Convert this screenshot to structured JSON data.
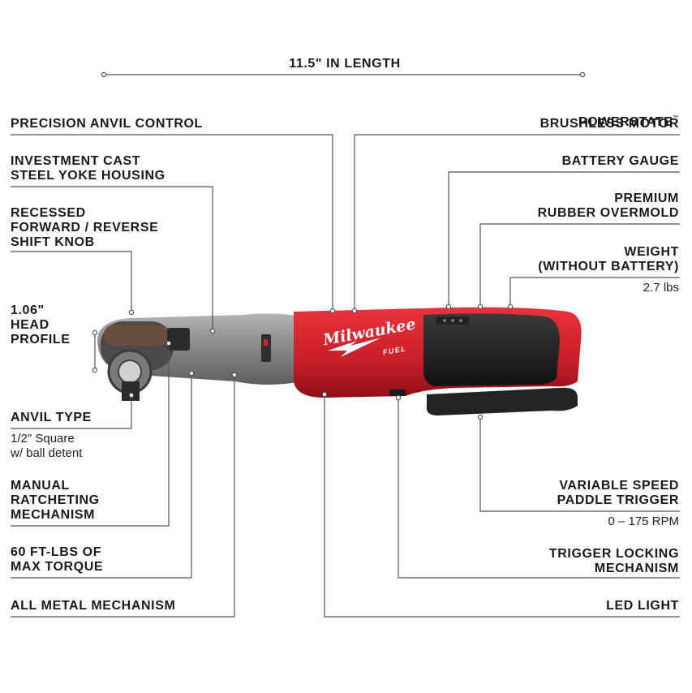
{
  "length_label": "11.5\" IN LENGTH",
  "left_labels": {
    "precision_anvil": "PRECISION ANVIL CONTROL",
    "investment_cast": "INVESTMENT CAST\nSTEEL YOKE HOUSING",
    "recessed_knob": "RECESSED\nFORWARD / REVERSE\nSHIFT KNOB",
    "head_profile": "1.06\"\nHEAD\nPROFILE",
    "anvil_type": "ANVIL TYPE",
    "anvil_type_sub": "1/2\" Square\nw/ ball detent",
    "manual_ratcheting": "MANUAL\nRATCHETING\nMECHANISM",
    "max_torque": "60 FT-LBS OF\nMAX TORQUE",
    "all_metal": "ALL METAL MECHANISM"
  },
  "right_labels": {
    "powerstate": "POWERSTATE",
    "powerstate_tm": "™",
    "brushless": "BRUSHLESS MOTOR",
    "battery_gauge": "BATTERY GAUGE",
    "rubber_overmold": "PREMIUM\nRUBBER OVERMOLD",
    "weight": "WEIGHT\n(WITHOUT BATTERY)",
    "weight_sub": "2.7 lbs",
    "paddle_trigger": "VARIABLE SPEED\nPADDLE TRIGGER",
    "paddle_trigger_sub": "0 – 175 RPM",
    "trigger_locking": "TRIGGER LOCKING\nMECHANISM",
    "led_light": "LED LIGHT"
  },
  "tool_brand": "Milwaukee",
  "tool_model": "FUEL",
  "colors": {
    "tool_red": "#d4202b",
    "tool_dark": "#1f1f1f",
    "tool_metal": "#8d8d8d",
    "line": "#555555"
  }
}
